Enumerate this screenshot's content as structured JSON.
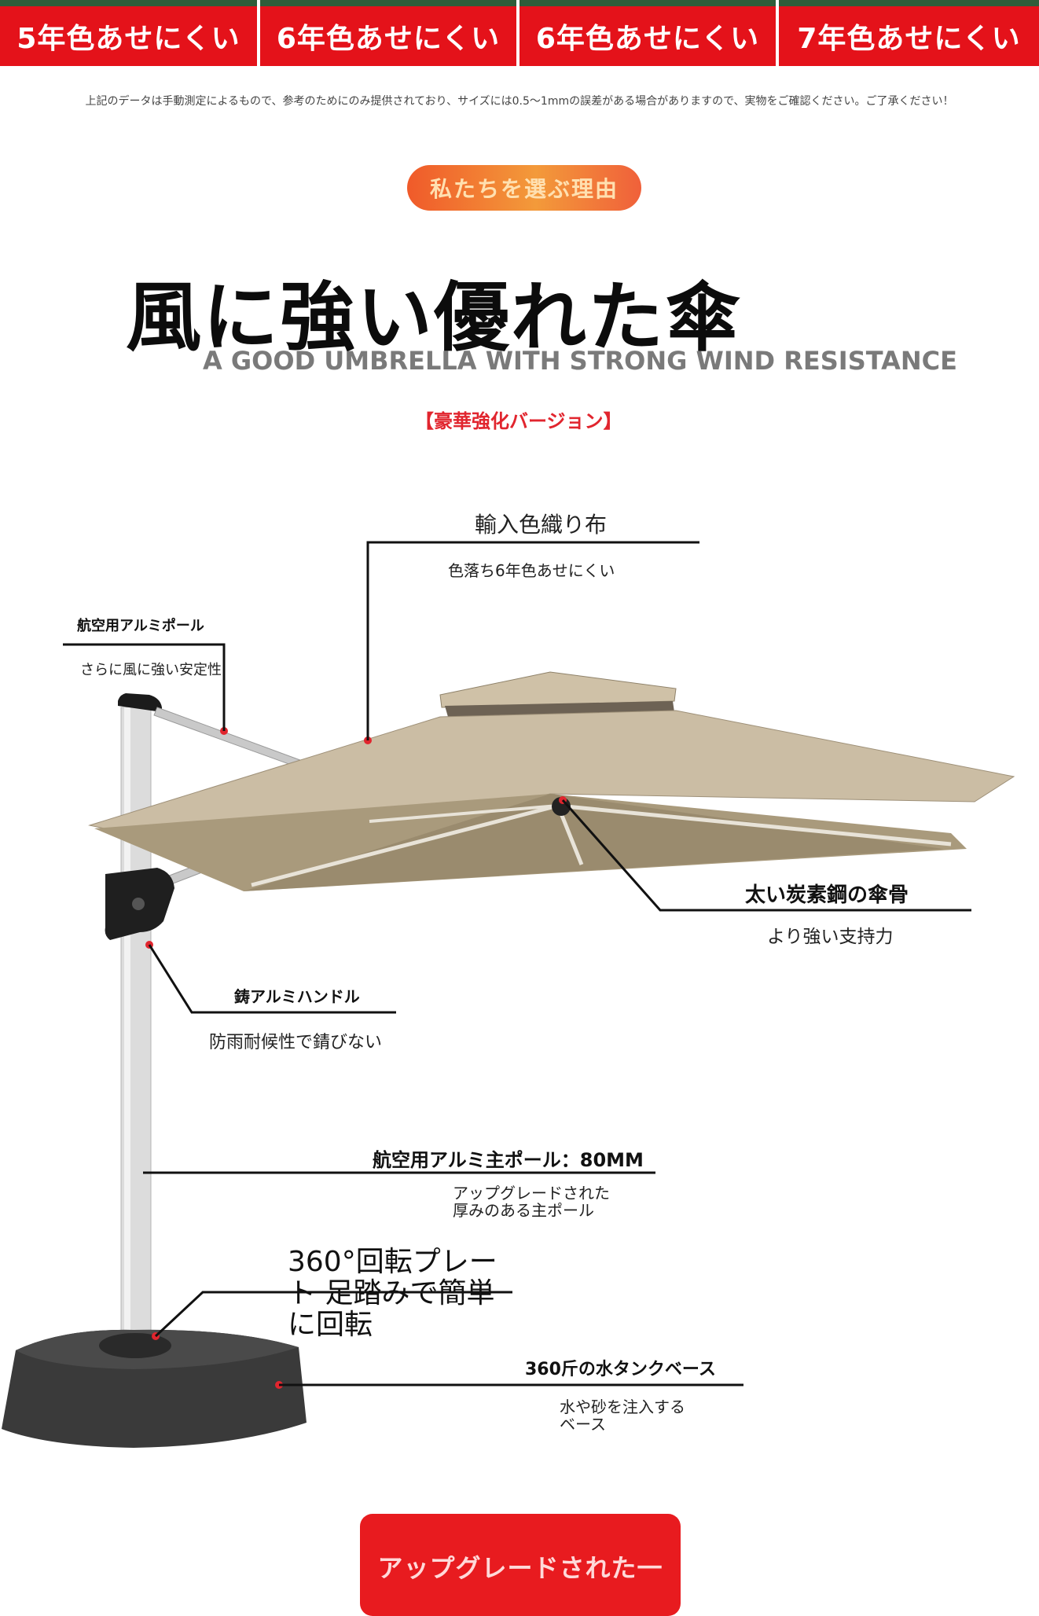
{
  "banners": [
    {
      "label": "5年色あせにくい"
    },
    {
      "label": "6年色あせにくい"
    },
    {
      "label": "6年色あせにくい"
    },
    {
      "label": "7年色あせにくい"
    }
  ],
  "disclaimer": "上記のデータは手動測定によるもので、参考のためにのみ提供されており、サイズには0.5～1mmの誤差がある場合がありますので、実物をご確認ください。ご了承ください！",
  "pill_label": "私たちを選ぶ理由",
  "headline": "風に強い優れた傘",
  "subheadline": "A GOOD UMBRELLA WITH STRONG WIND RESISTANCE",
  "version_tag": "【豪華強化バージョン】",
  "features": {
    "fabric": {
      "title": "輸入色織り布",
      "desc": "色落ち6年色あせにくい"
    },
    "pole_arm": {
      "title": "航空用アルミポール",
      "desc": "さらに風に強い安定性"
    },
    "ribs": {
      "title": "太い炭素鋼の傘骨",
      "desc": "より強い支持力"
    },
    "handle": {
      "title": "鋳アルミハンドル",
      "desc": "防雨耐候性で錆びない"
    },
    "main_pole": {
      "title": "航空用アルミ主ポール：80MM",
      "desc1": "アップグレードされた",
      "desc2": "厚みのある主ポール"
    },
    "rotation": {
      "title": "360°回転プレート 足踏みで簡単に回転"
    },
    "base": {
      "title": "360斤の水タンクベース",
      "desc1": "水や砂を注入する",
      "desc2": "ベース"
    }
  },
  "cta_label": "アップグレードされた一",
  "colors": {
    "banner_red": "#e4121a",
    "accent_red": "#e1252e",
    "canopy": "#cbbda4",
    "canopy_under": "#a99a7c",
    "pole": "#d9d9d9",
    "base": "#3a3a3a"
  }
}
